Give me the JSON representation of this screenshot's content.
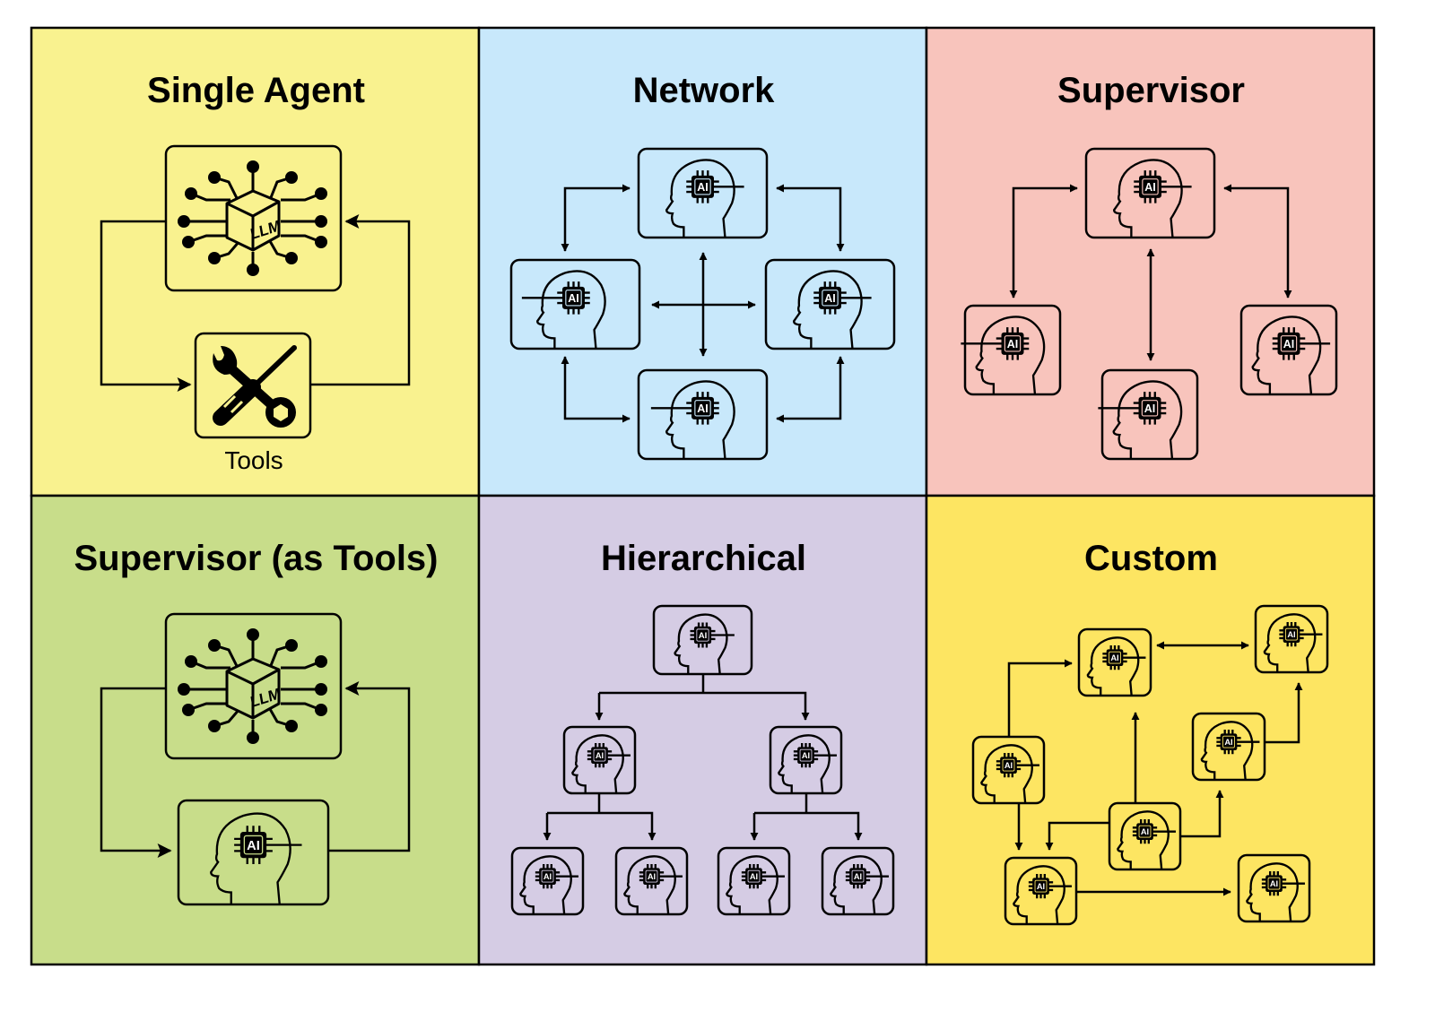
{
  "panels": [
    {
      "id": "single-agent",
      "title": "Single Agent",
      "color": "#f9f28f"
    },
    {
      "id": "network",
      "title": "Network",
      "color": "#c8e8fb"
    },
    {
      "id": "supervisor",
      "title": "Supervisor",
      "color": "#f8c4bc"
    },
    {
      "id": "supervisor-as-tools",
      "title": "Supervisor (as Tools)",
      "color": "#c8dd8a"
    },
    {
      "id": "hierarchical",
      "title": "Hierarchical",
      "color": "#d5cce4"
    },
    {
      "id": "custom",
      "title": "Custom",
      "color": "#fde562"
    }
  ],
  "labels": {
    "tools": "Tools",
    "chip": "AI",
    "llm": "LLM"
  },
  "icons": {
    "agent": "ai-head-icon",
    "llm": "llm-cube-icon",
    "tools": "wrench-screwdriver-icon"
  }
}
